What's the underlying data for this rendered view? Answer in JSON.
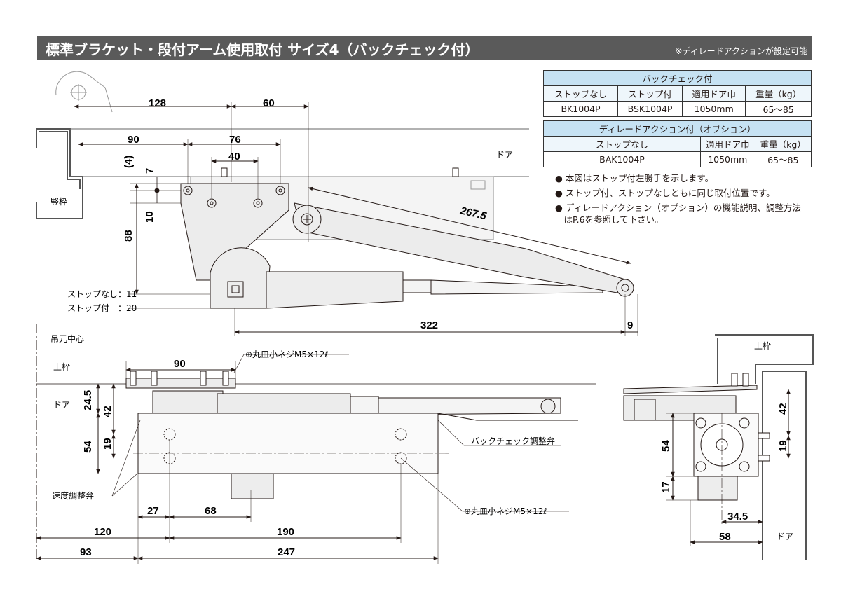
{
  "title": "標準ブラケット・段付アーム使用取付 サイズ4（バックチェック付）",
  "title_note": "※ディレードアクションが設定可能",
  "table_backcheck": {
    "header": "バックチェック付",
    "columns": [
      "ストップなし",
      "ストップ付",
      "適用ドア巾",
      "重量（kg）"
    ],
    "values": [
      "BK1004P",
      "BSK1004P",
      "1050mm",
      "65〜85"
    ]
  },
  "table_delayed": {
    "header": "ディレードアクション付（オプション）",
    "columns": [
      "ストップなし",
      "適用ドア巾",
      "重量（kg）"
    ],
    "values": [
      "BAK1004P",
      "1050mm",
      "65〜85"
    ]
  },
  "notes": [
    "● 本図はストップ付左勝手を示します。",
    "● ストップ付、ストップなしともに同じ取付位置です。",
    "● ディレードアクション（オプション）の機能説明、調整方法",
    "　はP.6を参照して下さい。"
  ],
  "labels": {
    "door": "ドア",
    "frame_vertical": "竪枠",
    "frame_top": "上枠",
    "hinge_center": "吊元中心",
    "stop_none": "ストップなし：11",
    "stop_with": "ストップ付　：20",
    "screw_top": "⊕丸皿小ネジM5×12ℓ",
    "screw_bottom": "⊕丸皿小ネジM5×12ℓ",
    "backcheck_valve": "バックチェック調整弁",
    "speed_valve": "速度調整弁"
  },
  "dimensions": {
    "top_view": [
      "128",
      "60",
      "90",
      "76",
      "40",
      "(4)",
      "7",
      "10",
      "88",
      "267.5",
      "322",
      "9"
    ],
    "front_view": [
      "90",
      "24.5",
      "42",
      "19",
      "54",
      "27",
      "68",
      "120",
      "190",
      "93",
      "247"
    ],
    "side_view": [
      "42",
      "19",
      "54",
      "17",
      "34.5",
      "58"
    ]
  }
}
